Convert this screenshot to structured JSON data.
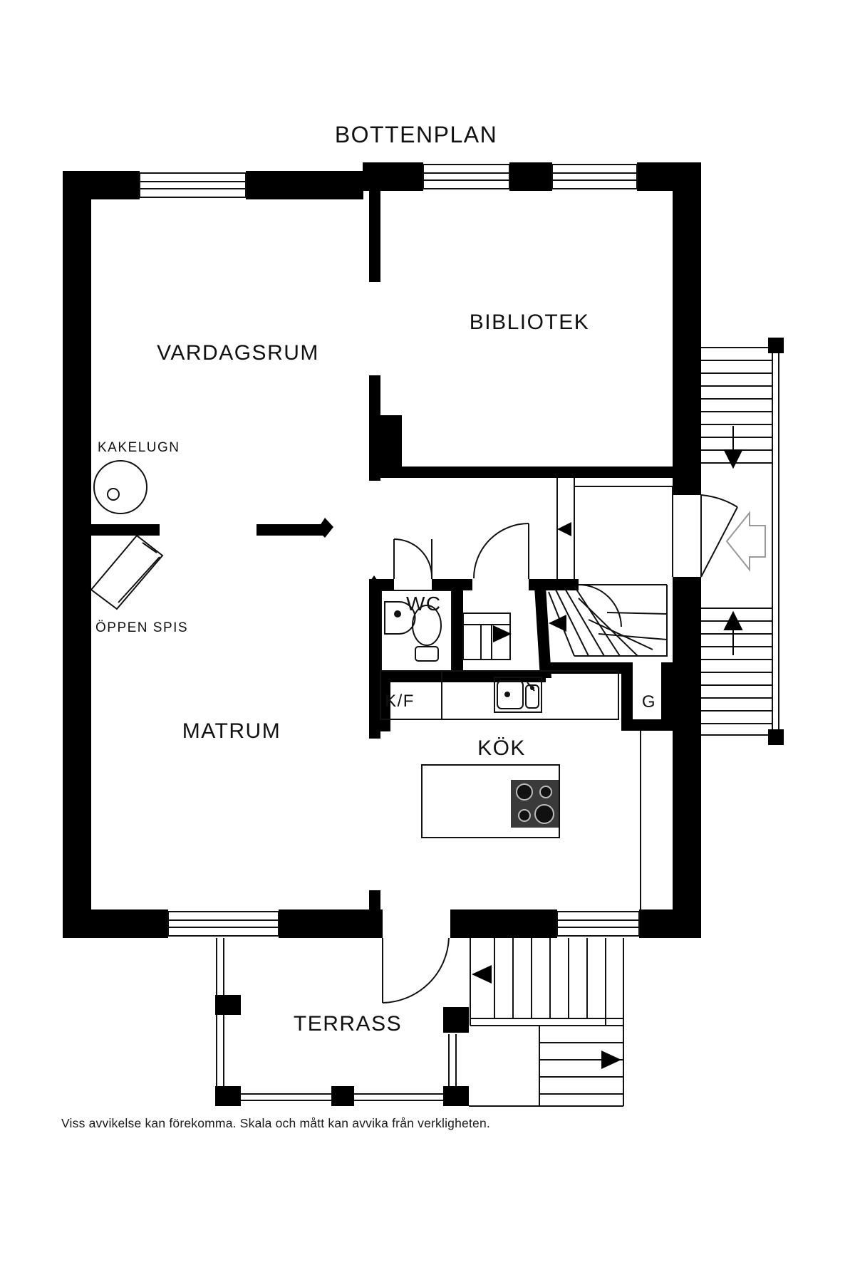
{
  "title": "BOTTENPLAN",
  "rooms": {
    "vardagsrum": "VARDAGSRUM",
    "bibliotek": "BIBLIOTEK",
    "kakelugn": "KAKELUGN",
    "oppen_spis": "ÖPPEN SPIS",
    "wc": "WC",
    "kf": "K/F",
    "g": "G",
    "matrum": "MATRUM",
    "kok": "KÖK",
    "terrass": "TERRASS"
  },
  "disclaimer": "Viss avvikelse kan förekomma. Skala och mått kan avvika från verkligheten.",
  "colors": {
    "wall": "#000000",
    "background": "#ffffff",
    "line": "#111111"
  }
}
